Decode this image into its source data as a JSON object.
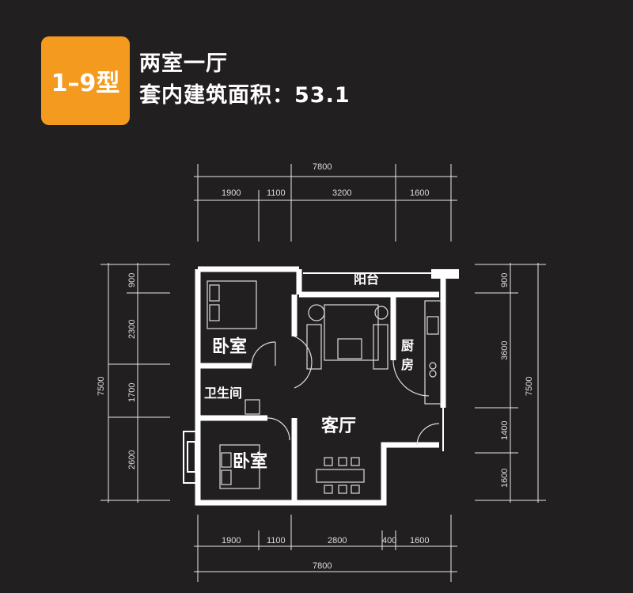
{
  "badge": {
    "label": "1–9型"
  },
  "header": {
    "layout": "两室一厅",
    "area_label": "套内建筑面积：53.1"
  },
  "plan": {
    "top_total": "7800",
    "top_segments": [
      "1900",
      "1100",
      "3200",
      "1600"
    ],
    "bottom_total": "7800",
    "bottom_segments": [
      "1900",
      "1100",
      "2800",
      "400",
      "1600"
    ],
    "left_total": "7500",
    "left_segments": [
      "900",
      "2300",
      "1700",
      "2600"
    ],
    "right_total": "7500",
    "right_segments": [
      "900",
      "3600",
      "1400",
      "1600"
    ],
    "rooms": {
      "balcony": "阳台",
      "bedroom1": "卧室",
      "kitchen": "厨房",
      "bathroom": "卫生间",
      "living": "客厅",
      "bedroom2": "卧室"
    }
  },
  "colors": {
    "badge": "#f39a1f",
    "background": "#221f20"
  }
}
